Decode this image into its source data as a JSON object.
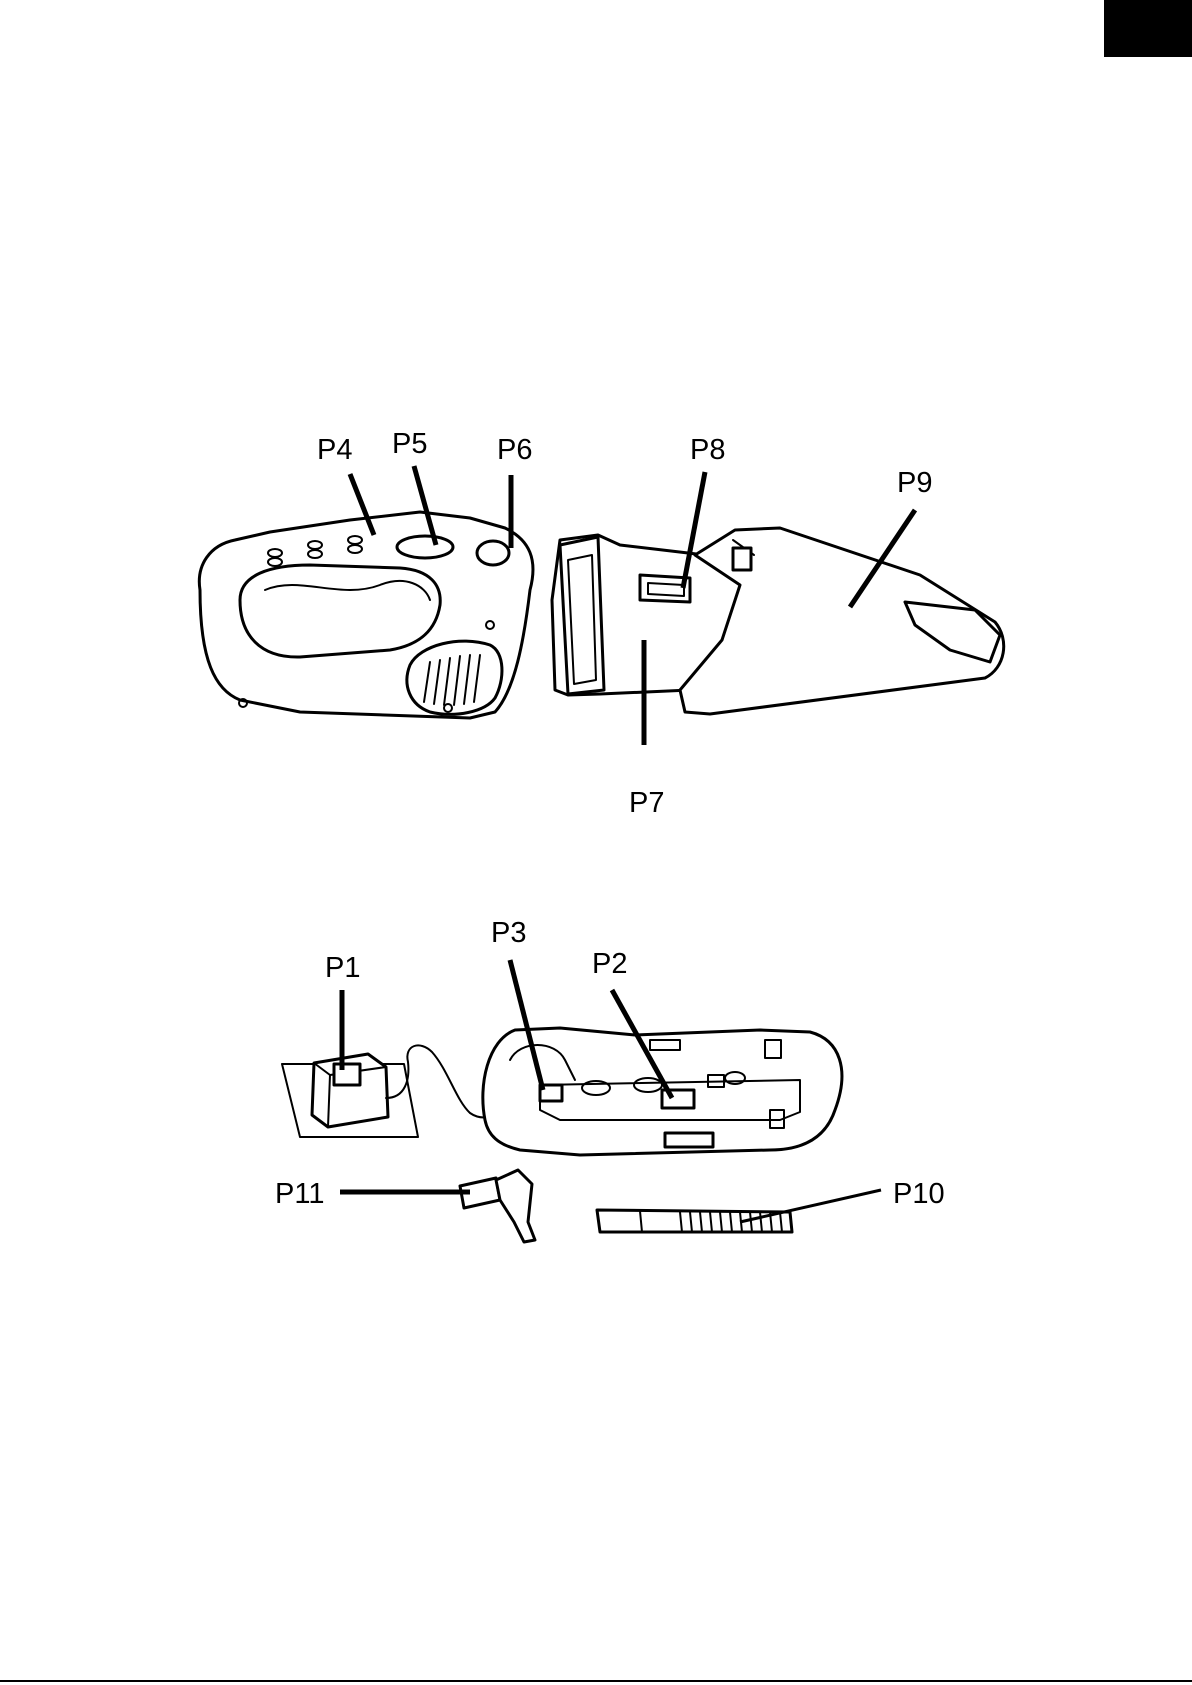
{
  "page": {
    "accent_color": "#000000",
    "background_color": "#ffffff"
  },
  "diagram": {
    "vacuum_labels": {
      "p4": "P4",
      "p5": "P5",
      "p6": "P6",
      "p7": "P7",
      "p8": "P8",
      "p9": "P9"
    },
    "base_labels": {
      "p1": "P1",
      "p2": "P2",
      "p3": "P3",
      "p10": "P10",
      "p11": "P11"
    }
  }
}
